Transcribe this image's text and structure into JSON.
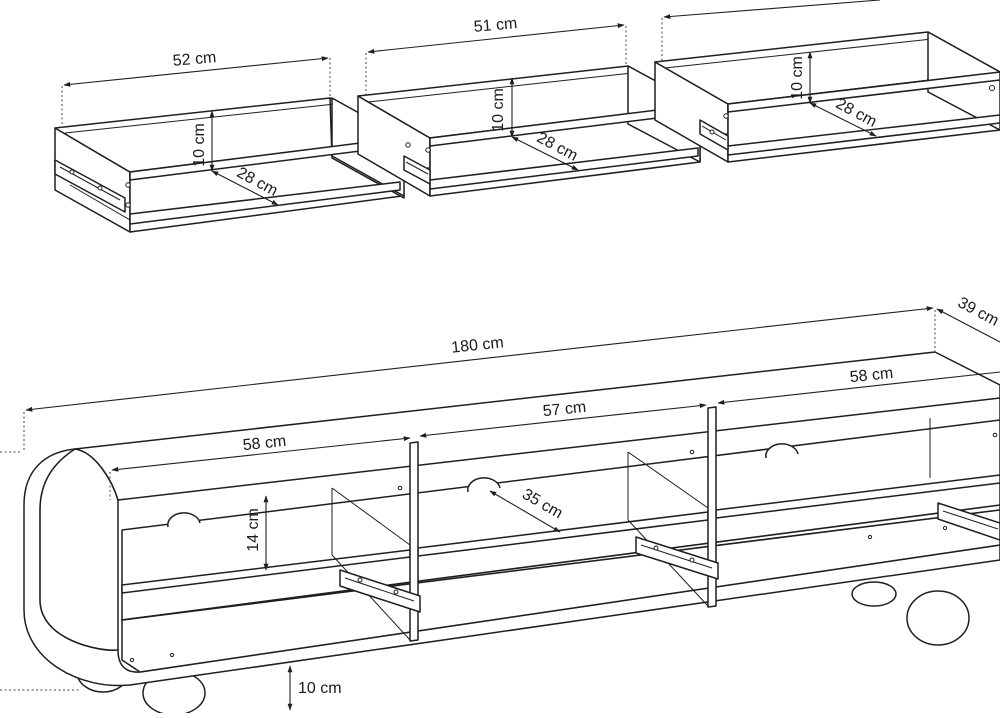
{
  "drawers": [
    {
      "id": "drawer-1",
      "width_label": "52 cm",
      "height_label": "10 cm",
      "depth_label": "28 cm"
    },
    {
      "id": "drawer-2",
      "width_label": "51 cm",
      "height_label": "10 cm",
      "depth_label": "28 cm"
    },
    {
      "id": "drawer-3",
      "width_label": "",
      "height_label": "10 cm",
      "depth_label": "28 cm"
    }
  ],
  "cabinet": {
    "total_width_label": "180 cm",
    "depth_label": "39 cm",
    "left_compartment_label": "58 cm",
    "middle_compartment_label": "57 cm",
    "right_compartment_label": "58 cm",
    "interior_depth_label": "35 cm",
    "shelf_height_label": "14 cm",
    "leg_height_label": "10 cm"
  }
}
